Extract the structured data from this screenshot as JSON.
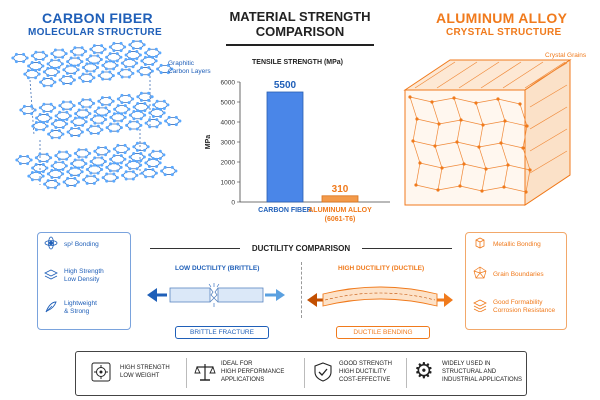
{
  "left": {
    "title": "CARBON FIBER",
    "subtitle": "MOLECULAR STRUCTURE",
    "callout": "Graphitic\nCarbon Layers",
    "features": [
      "sp² Bonding",
      "High Strength\nLow Density",
      "Lightweight\n& Strong"
    ]
  },
  "right": {
    "title": "ALUMINUM ALLOY",
    "subtitle": "CRYSTAL STRUCTURE",
    "callout": "Crystal Grains",
    "features": [
      "Metallic Bonding",
      "Grain Boundaries",
      "Good Formability\nCorrosion Resistance"
    ]
  },
  "center": {
    "title_line1": "MATERIAL STRENGTH",
    "title_line2": "COMPARISON"
  },
  "chart_data": {
    "type": "bar",
    "title": "TENSILE STRENGTH (MPa)",
    "ylabel": "MPa",
    "ylim": [
      0,
      6000
    ],
    "yticks": [
      0,
      1000,
      2000,
      3000,
      4000,
      5000,
      6000
    ],
    "categories": [
      "CARBON FIBER",
      "ALUMINUM ALLOY\n(6061-T6)"
    ],
    "values": [
      5500,
      310
    ],
    "value_labels": [
      "5500",
      "310"
    ],
    "colors": [
      "#4a86e8",
      "#f39a4a"
    ],
    "grid": false
  },
  "ductility": {
    "title": "DUCTILITY COMPARISON",
    "low_label": "LOW DUCTILITY (BRITTLE)",
    "high_label": "HIGH DUCTILITY (DUCTILE)",
    "low_tag": "BRITTLE FRACTURE",
    "high_tag": "DUCTILE BENDING"
  },
  "bottom": [
    {
      "text": "HIGH STRENGTH\nLOW WEIGHT",
      "icon": "target-icon"
    },
    {
      "text": "IDEAL FOR\nHIGH PERFORMANCE\nAPPLICATIONS",
      "icon": "scale-icon"
    },
    {
      "text": "GOOD STRENGTH\nHIGH DUCTILITY\nCOST-EFFECTIVE",
      "icon": "shield-check-icon"
    },
    {
      "text": "WIDELY USED IN\nSTRUCTURAL AND\nINDUSTRIAL APPLICATIONS",
      "icon": "gear-icon"
    }
  ],
  "colors": {
    "blue": "#1f5fb8",
    "orange": "#f07a1c"
  }
}
